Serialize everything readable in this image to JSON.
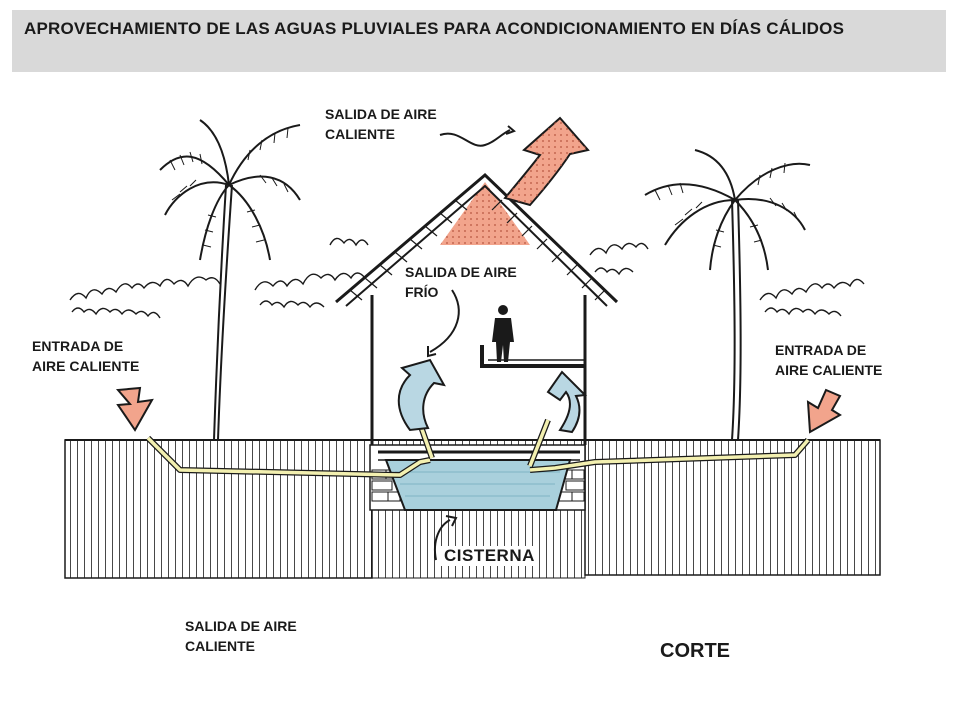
{
  "title": "APROVECHAMIENTO DE LAS  AGUAS PLUVIALES PARA ACONDICIONAMIENTO EN DÍAS CÁLIDOS",
  "labels": {
    "salida_aire_caliente_top": "SALIDA DE AIRE\nCALIENTE",
    "salida_aire_frio": "SALIDA DE AIRE\nFRÍO",
    "entrada_aire_caliente_left": "ENTRADA DE\nAIRE CALIENTE",
    "entrada_aire_caliente_right": "ENTRADA DE\nAIRE CALIENTE",
    "cisterna": "CISTERNA",
    "salida_aire_caliente_bottom": "SALIDA DE AIRE\nCALIENTE",
    "corte": "CORTE"
  },
  "colors": {
    "hot_air": "#f2a48c",
    "cold_air": "#b9d7e3",
    "water": "#a9d0dc",
    "duct": "#f3f0b0",
    "ink": "#1a1a1a"
  }
}
